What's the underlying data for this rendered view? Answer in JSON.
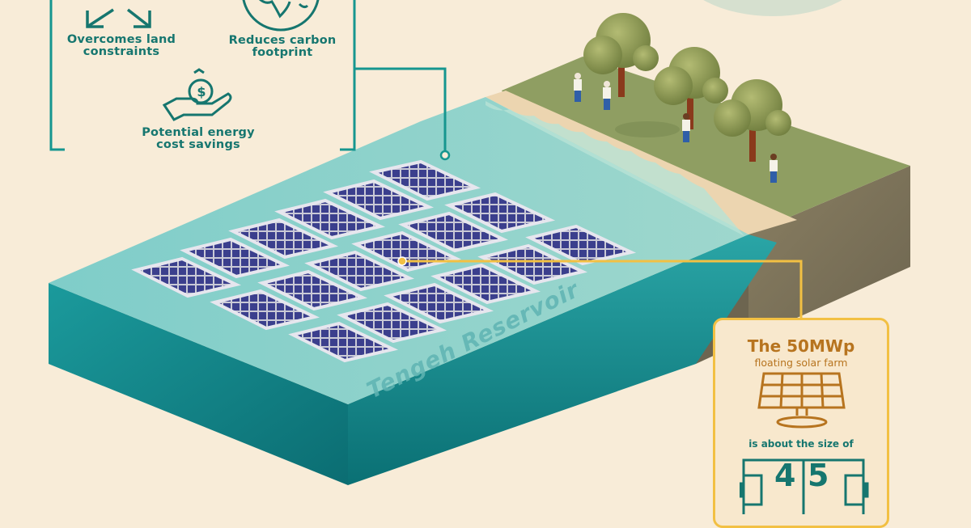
{
  "benefits": {
    "items": [
      {
        "label_line1": "Overcomes land",
        "label_line2": "constraints",
        "icon": "arrows-expand-icon"
      },
      {
        "label_line1": "Reduces carbon",
        "label_line2": "footprint",
        "icon": "globe-icon"
      },
      {
        "label_line1": "Potential energy",
        "label_line2": "cost savings",
        "icon": "money-hand-icon"
      }
    ]
  },
  "reservoir": {
    "name": "Tengeh Reservoir"
  },
  "info_card": {
    "title": "The 50MWp",
    "subtitle": "floating solar farm",
    "comparison_text": "is about the size of",
    "digit_1": "4",
    "digit_2": "5",
    "icon_top": "solar-panel-icon",
    "icon_bottom": "football-field-icon"
  },
  "colors": {
    "background": "#f8ecd8",
    "teal": "#16968f",
    "teal_dark": "#0d7b7b",
    "water": "#7fcac3",
    "panel": "#3a3f8c",
    "grass": "#8f9e62",
    "soil": "#7d7459",
    "callout_gold": "#f2c043",
    "card_text_brown": "#b7741f"
  }
}
